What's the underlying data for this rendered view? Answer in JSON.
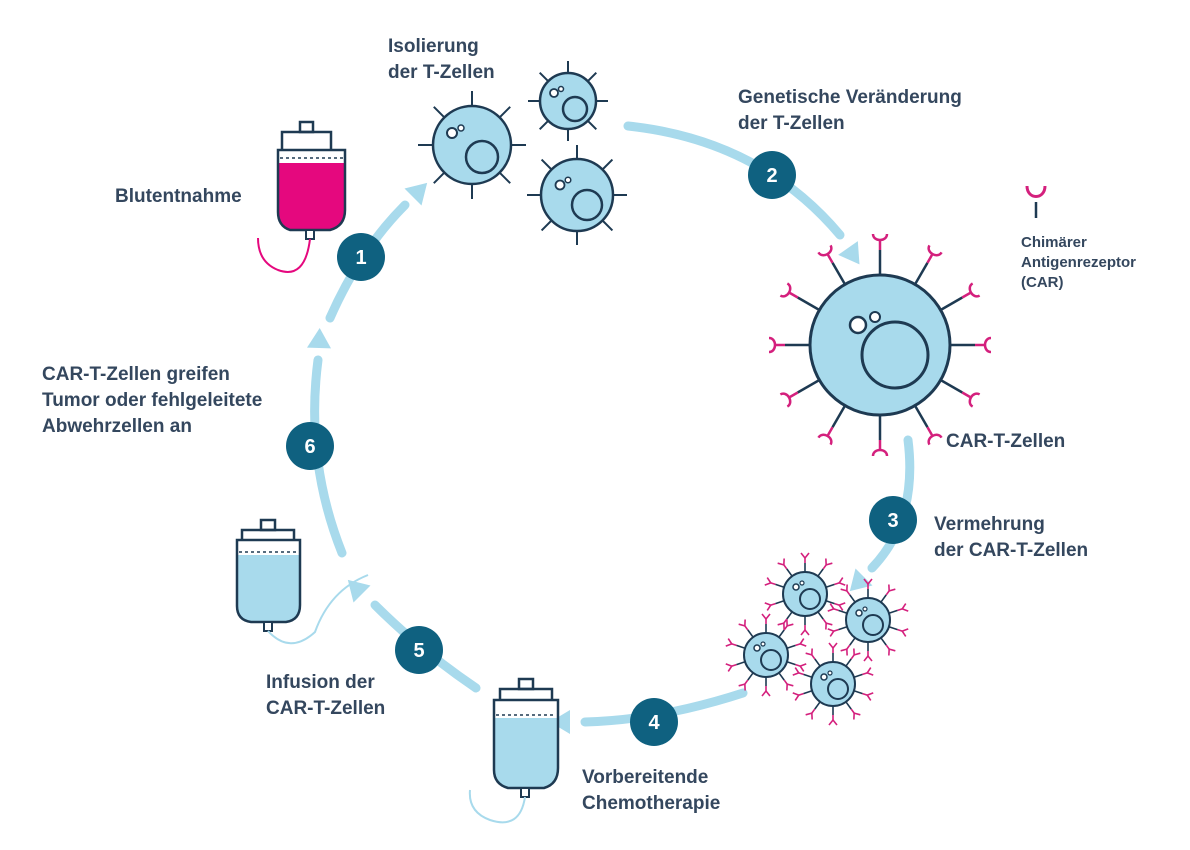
{
  "steps": [
    {
      "number": "1",
      "label_lines": [
        "Blutentnahme"
      ]
    },
    {
      "number": "2",
      "label_lines": [
        "Genetische Veränderung",
        "der T-Zellen"
      ]
    },
    {
      "number": "3",
      "label_lines": [
        "Vermehrung",
        "der CAR-T-Zellen"
      ]
    },
    {
      "number": "4",
      "label_lines": [
        "Vorbereitende",
        "Chemotherapie"
      ]
    },
    {
      "number": "5",
      "label_lines": [
        "Infusion der",
        "CAR-T-Zellen"
      ]
    },
    {
      "number": "6",
      "label_lines": [
        "CAR-T-Zellen greifen",
        "Tumor oder fehlgeleitete",
        "Abwehrzellen an"
      ]
    }
  ],
  "isolation_label_lines": [
    "Isolierung",
    "der T-Zellen"
  ],
  "car_t_cells_label": "CAR-T-Zellen",
  "legend": {
    "icon": "car-receptor-icon",
    "label_lines": [
      "Chimärer",
      "Antigenrezeptor",
      "(CAR)"
    ]
  },
  "colors": {
    "cycle_arrow": "#a8daec",
    "step_badge": "#0f6180",
    "text": "#34475e",
    "cell_fill": "#a8daec",
    "cell_outline": "#1e3a52",
    "receptor": "#d4207d",
    "blood": "#e5087e"
  }
}
